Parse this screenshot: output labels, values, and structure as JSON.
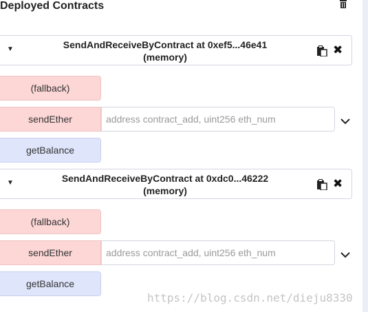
{
  "header": {
    "title": "Deployed Contracts",
    "clear_icon": "trash-icon"
  },
  "instances": [
    {
      "title_line1": "SendAndReceiveByContract at 0xef5...46e41",
      "title_line2": "(memory)",
      "fallback_label": "(fallback)",
      "send_label": "sendEther",
      "send_placeholder": "address contract_add, uint256 eth_num",
      "balance_label": "getBalance"
    },
    {
      "title_line1": "SendAndReceiveByContract at 0xdc0...46222",
      "title_line2": "(memory)",
      "fallback_label": "(fallback)",
      "send_label": "sendEther",
      "send_placeholder": "address contract_add, uint256 eth_num",
      "balance_label": "getBalance"
    }
  ],
  "icons": {
    "collapse": "caret-down-icon",
    "copy": "clipboard-icon",
    "remove": "close-icon",
    "expand": "chevron-down-icon"
  },
  "colors": {
    "payable_button": "#fdd6d6",
    "call_button": "#dfe5fb"
  },
  "watermark": "https://blog.csdn.net/dieju8330"
}
